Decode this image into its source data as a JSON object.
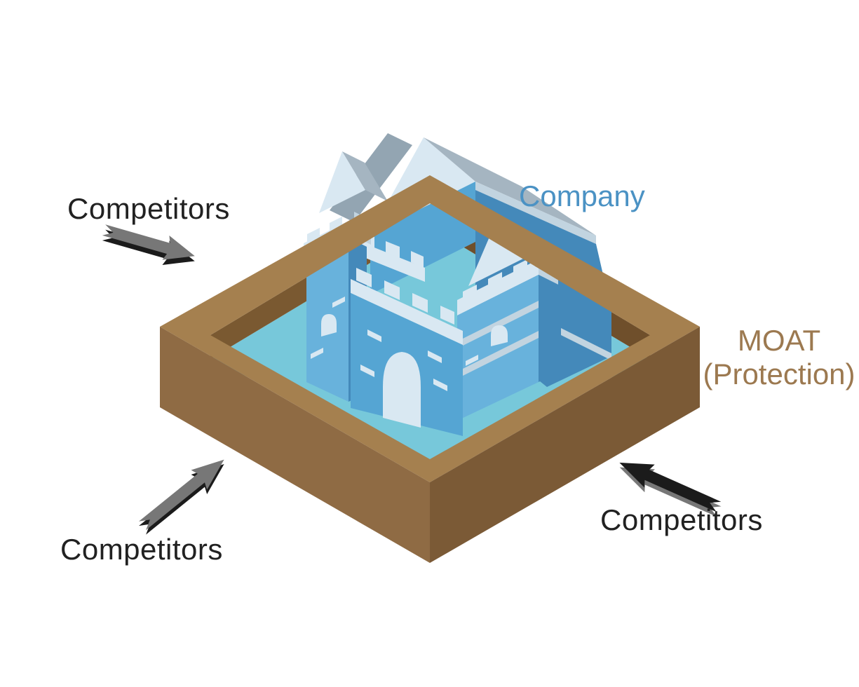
{
  "title": "Economic moat diagram",
  "labels": {
    "company": "Company",
    "moat_line1": "MOAT",
    "moat_line2": "(Protection)",
    "competitors_top_left": "Competitors",
    "competitors_bottom_left": "Competitors",
    "competitors_bottom_right": "Competitors"
  },
  "colors": {
    "background": "#ffffff",
    "company_text": "#4b92c4",
    "moat_text": "#9c7950",
    "competitors_text": "#212121",
    "moat_rim": "#a5804f",
    "moat_left_face": "#8f6b44",
    "moat_right_face": "#7b5a36",
    "moat_inner_left": "#7a5931",
    "moat_inner_right": "#6f4f2b",
    "water": "#77c8da",
    "castle_wall": "#55a5d3",
    "castle_wall_light": "#68b2dc",
    "castle_wall_shadow": "#4489ba",
    "castle_trim": "#d9e8f2",
    "castle_trim_shade": "#c2d4e0",
    "roof_gray": "#a5b5c1",
    "roof_gray_dark": "#93a5b2",
    "arrow_black": "#1b1b1b",
    "arrow_gray": "#777777"
  },
  "diagram": {
    "type": "isometric economic moat illustration",
    "subject": "blue castle (company) standing in a water-filled moat with brown embankment walls",
    "arrows": [
      {
        "id": "top-left",
        "label": "Competitors",
        "direction": "pointing down-right toward the moat"
      },
      {
        "id": "bottom-left",
        "label": "Competitors",
        "direction": "pointing up-right toward the moat"
      },
      {
        "id": "bottom-right",
        "label": "Competitors",
        "direction": "pointing up-left toward the moat"
      }
    ]
  }
}
